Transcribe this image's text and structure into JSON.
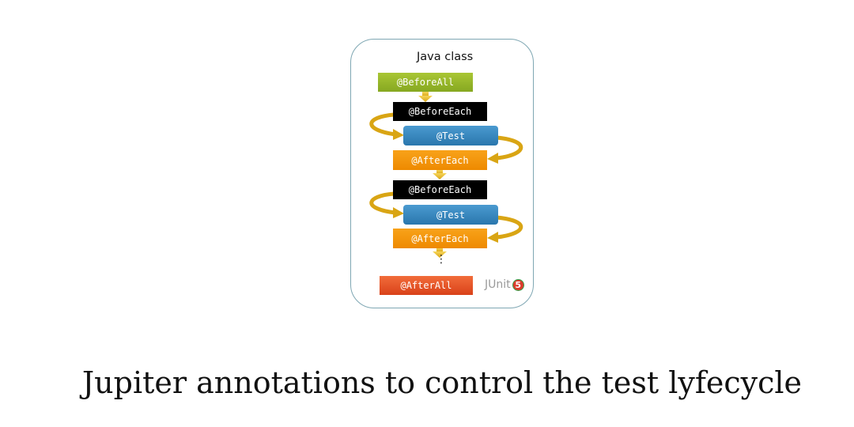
{
  "diagram": {
    "title": "Java class",
    "steps": {
      "before_all": "@BeforeAll",
      "before_each_1": "@BeforeEach",
      "test_1": "@Test",
      "after_each_1": "@AfterEach",
      "before_each_2": "@BeforeEach",
      "test_2": "@Test",
      "after_each_2": "@AfterEach",
      "ellipsis": "⋮",
      "after_all": "@AfterAll"
    },
    "logo": {
      "text": "JUnit",
      "badge": "5"
    },
    "colors": {
      "before_all": "#95b52a",
      "before_each": "#000000",
      "test": "#3a88bf",
      "after_each": "#f39412",
      "after_all": "#e5552a",
      "arrow": "#e9b92c",
      "frame": "#7fa7b3"
    }
  },
  "caption": "Jupiter annotations to control the test lyfecycle"
}
